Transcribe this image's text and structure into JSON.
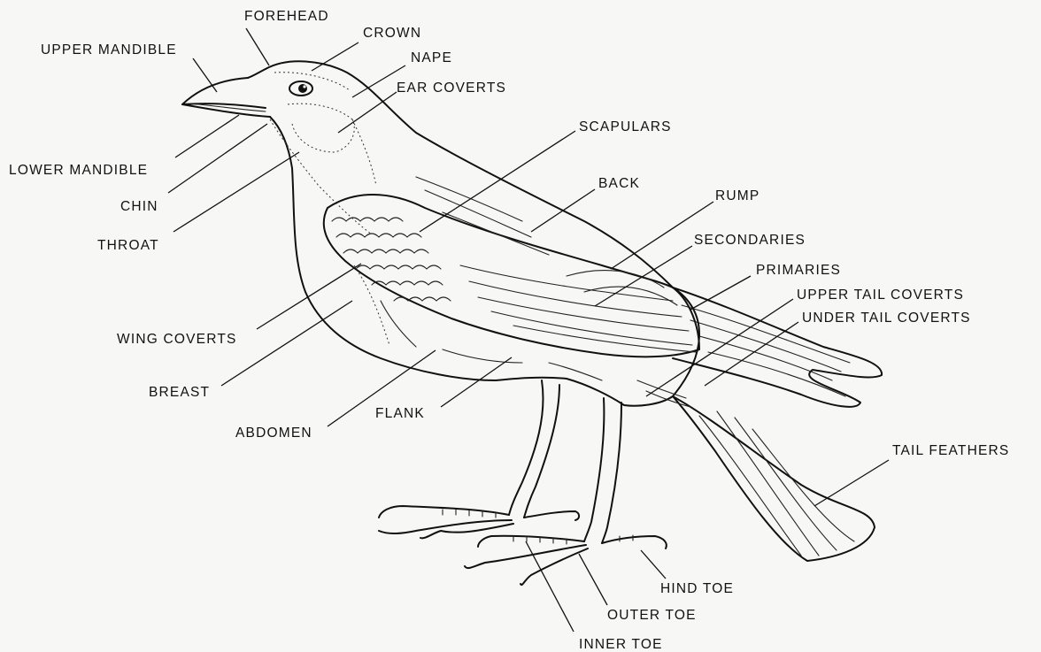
{
  "labels": {
    "forehead": "FOREHEAD",
    "crown": "CROWN",
    "upper_mandible": "UPPER MANDIBLE",
    "nape": "NAPE",
    "ear_coverts": "EAR COVERTS",
    "scapulars": "SCAPULARS",
    "lower_mandible": "LOWER MANDIBLE",
    "back": "BACK",
    "chin": "CHIN",
    "rump": "RUMP",
    "throat": "THROAT",
    "secondaries": "SECONDARIES",
    "primaries": "PRIMARIES",
    "upper_tail_coverts": "UPPER TAIL COVERTS",
    "under_tail_coverts": "UNDER TAIL COVERTS",
    "wing_coverts": "WING COVERTS",
    "breast": "BREAST",
    "flank": "FLANK",
    "abdomen": "ABDOMEN",
    "tail_feathers": "TAIL FEATHERS",
    "hind_toe": "HIND TOE",
    "outer_toe": "OUTER TOE",
    "inner_toe": "INNER TOE"
  }
}
